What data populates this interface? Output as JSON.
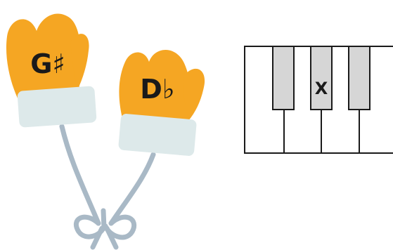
{
  "mittens": {
    "left": {
      "note": "G♯",
      "glove_color": "#f5a623",
      "cuff_color": "#dde9ea"
    },
    "right": {
      "note": "D♭",
      "glove_color": "#f5a623",
      "cuff_color": "#dde9ea"
    },
    "string_color": "#a9b9c6"
  },
  "keyboard": {
    "marker": "X",
    "white_key_count": 4,
    "black_key_count": 3,
    "marked_black_key": 2,
    "black_key_color": "#d6d6d6",
    "outline_color": "#1a1a1a"
  }
}
